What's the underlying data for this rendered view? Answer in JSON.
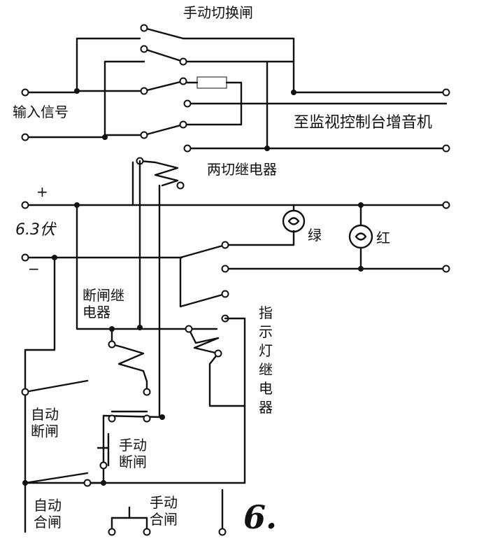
{
  "labels": {
    "manual_switch": "手动切换闸",
    "input_signal": "输入信号",
    "to_console": "至监视控制台增音机",
    "dual_switch_relay": "两切继电器",
    "plus": "+",
    "voltage": "6.3伏",
    "minus": "−",
    "green": "绿",
    "red": "红",
    "breaker_relay": "断闸继\n电器",
    "indicator_relay": "指示灯继电器",
    "auto_break": "自动\n断闸",
    "manual_break": "手动\n断闸",
    "auto_close": "自动\n合闸",
    "manual_close": "手动\n合闸",
    "figure_number": "6."
  },
  "colors": {
    "ink": "#111111",
    "paper": "#ffffff"
  }
}
